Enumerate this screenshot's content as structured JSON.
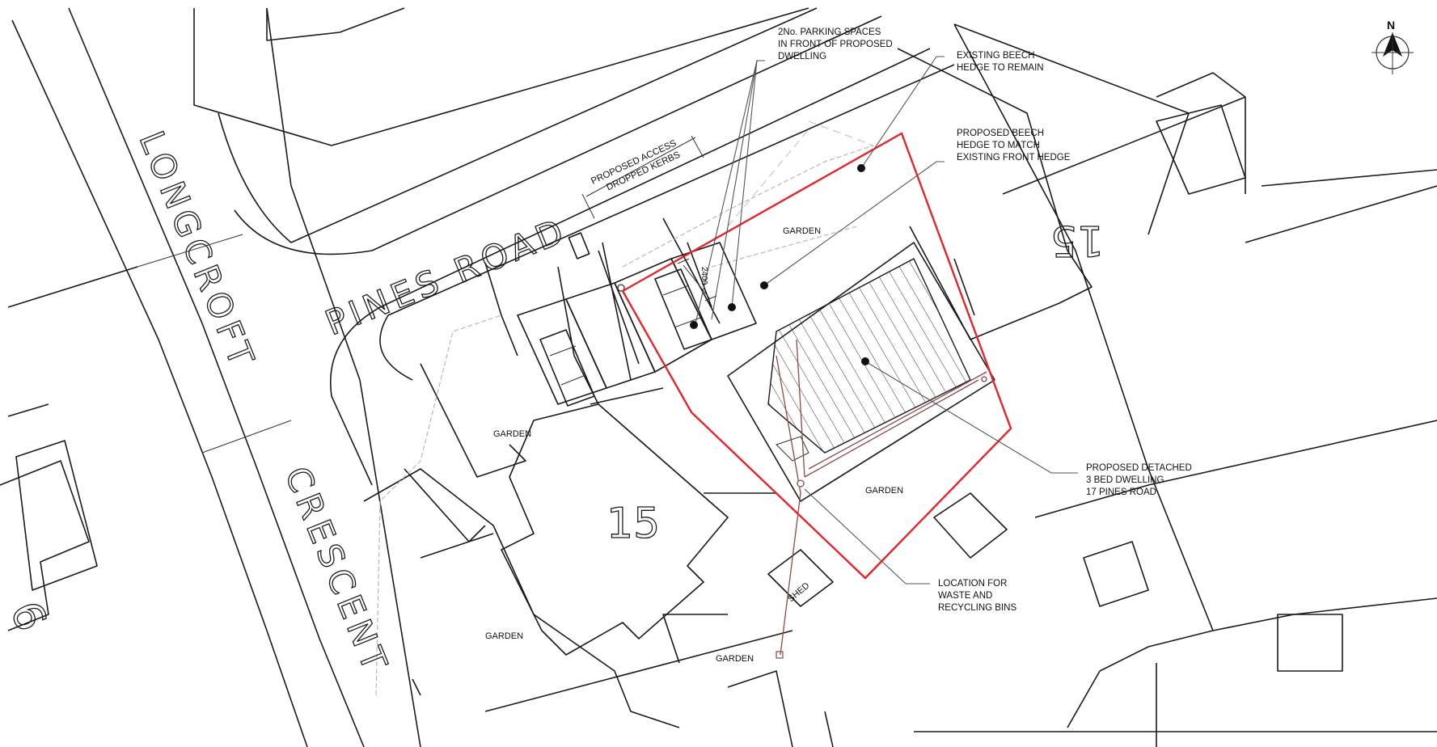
{
  "roads": {
    "pines_road": "PINES ROAD",
    "longcroft": "LONGCROFT",
    "crescent": "CRESCENT"
  },
  "house_numbers": {
    "no15_front": "15",
    "no15_side": "15",
    "no9": "9"
  },
  "labels": {
    "garden_site": "GARDEN",
    "garden_plot_front": "GARDEN",
    "garden_plot_rear": "GARDEN",
    "garden_15_side": "GARDEN",
    "garden_bottom": "GARDEN",
    "shed": "SHED",
    "dimension_2400": "2400"
  },
  "notes": {
    "parking": [
      "2No. PARKING SPACES",
      "IN FRONT OF PROPOSED",
      "DWELLING"
    ],
    "existing_hedge": [
      "EXISTING BEECH",
      "HEDGE TO REMAIN"
    ],
    "proposed_hedge": [
      "PROPOSED BEECH",
      "HEDGE TO MATCH",
      "EXISTING FRONT HEDGE"
    ],
    "access": [
      "PROPOSED ACCESS",
      "DROPPED KERBS"
    ],
    "dwelling": [
      "PROPOSED DETACHED",
      "3 BED DWELLING",
      "17 PINES ROAD"
    ],
    "bins": [
      "LOCATION FOR",
      "WASTE AND",
      "RECYCLING BINS"
    ]
  },
  "north_arrow": {
    "label": "N",
    "icon": "north-arrow-icon"
  },
  "colors": {
    "site_boundary": "#e3262b",
    "linework": "#1a1a1a"
  }
}
